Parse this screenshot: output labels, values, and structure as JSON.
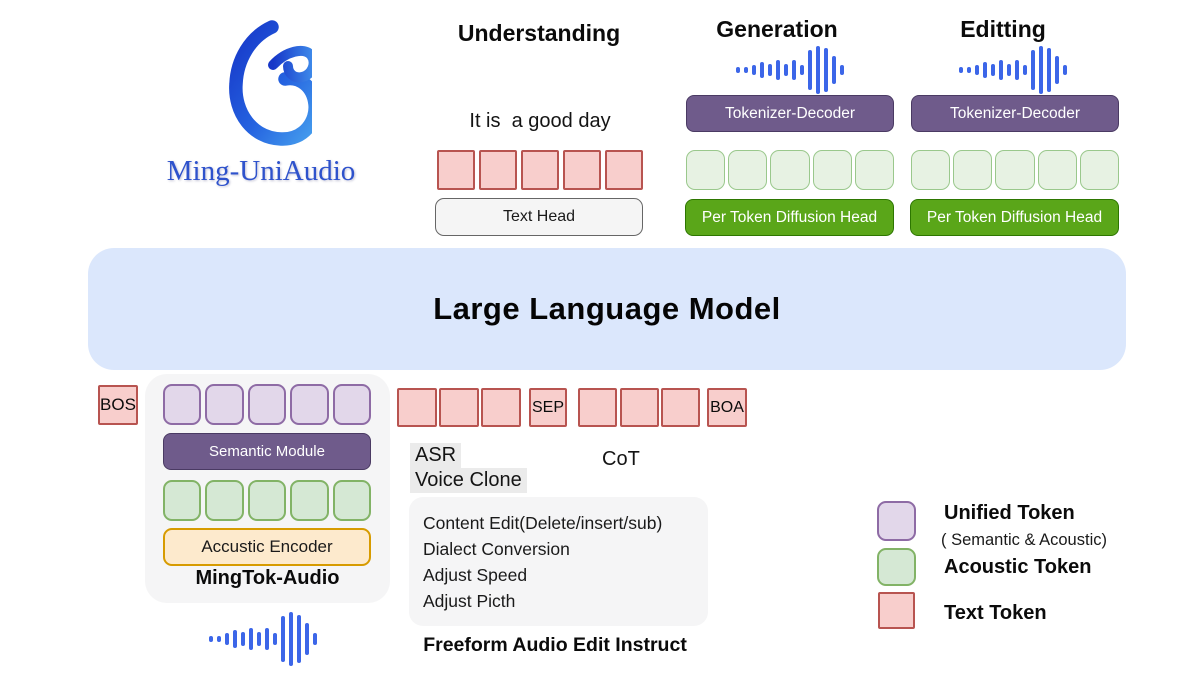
{
  "colors": {
    "accent_blue": "#3c66e8",
    "llm_bg": "#dbe7fc",
    "token_pink_bg": "#f8cecc",
    "token_pink_border": "#b85450",
    "token_purple_bg": "#e2d7ea",
    "token_purple_border": "#8e6ba5",
    "token_green_bg": "#d5e8d4",
    "token_green_border": "#82b366",
    "token_green_light_bg": "#e7f2e3",
    "token_green_light_border": "#9ac88c",
    "purple_box_bg": "#6f5b8b",
    "purple_box_border": "#4a3a63",
    "green_box_bg": "#5aa619",
    "green_box_border": "#2d7600",
    "orange_box_bg": "#fdeacd",
    "orange_box_border": "#d79b00",
    "gray_panel_bg": "#f5f5f6",
    "head_box_bg": "#f5f5f5",
    "head_box_border": "#666666",
    "highlight_bg": "#ebebeb",
    "logo_text": "#2e52cc"
  },
  "icons": {
    "waveform_bars": [
      12,
      12,
      20,
      32,
      24,
      38,
      24,
      38,
      20,
      78,
      92,
      84,
      55,
      20
    ],
    "logo_name": "ming-uniaudio-swirl"
  },
  "logo": {
    "title": "Ming-UniAudio"
  },
  "headers": {
    "understanding": "Understanding",
    "generation": "Generation",
    "editing": "Editting"
  },
  "understanding": {
    "example_text": "It is  a good day",
    "head_label": "Text Head",
    "token_count": 5
  },
  "generation": {
    "decoder_label": "Tokenizer-Decoder",
    "head_label": "Per Token Diffusion Head",
    "token_count": 5
  },
  "editing": {
    "decoder_label": "Tokenizer-Decoder",
    "head_label": "Per Token Diffusion Head",
    "token_count": 5
  },
  "llm": {
    "label": "Large Language Model"
  },
  "mingtok": {
    "label": "MingTok-Audio",
    "semantic_module": "Semantic Module",
    "acoustic_encoder": "Accustic Encoder",
    "unified_token_count": 5,
    "acoustic_token_count": 5
  },
  "sequence": {
    "bos": "BOS",
    "sep": "SEP",
    "boa": "BOA",
    "pre_sep_tokens": 3,
    "post_sep_tokens": 3
  },
  "tasks": {
    "asr": "ASR",
    "voice_clone": "Voice Clone",
    "cot": "CoT"
  },
  "edit_instruct": {
    "lines": [
      "Content Edit(Delete/insert/sub)",
      "Dialect Conversion",
      "Adjust Speed",
      "Adjust Picth"
    ],
    "caption": "Freeform Audio Edit Instruct"
  },
  "legend": {
    "unified_label": "Unified Token",
    "unified_sub": "( Semantic & Acoustic)",
    "acoustic_label": "Acoustic Token",
    "text_label": "Text Token"
  }
}
